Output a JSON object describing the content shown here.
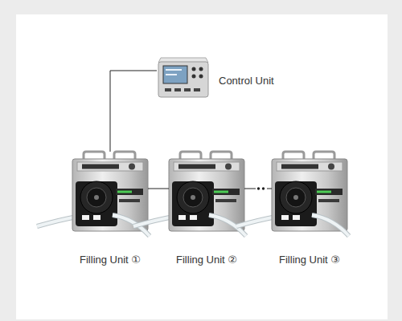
{
  "diagram": {
    "nodes": [
      {
        "text": [
          "Control Unit"
        ]
      },
      {
        "text": [
          "Filling Unit ①"
        ]
      },
      {
        "text": [
          "Filling Unit ②"
        ]
      },
      {
        "text": [
          "Filling Unit ③"
        ]
      }
    ],
    "edges": [
      {
        "from": 0,
        "to": 1,
        "arrow": "none"
      },
      {
        "from": 1,
        "to": 2,
        "arrow": "none"
      },
      {
        "from": 2,
        "to": 3,
        "arrow": "none"
      }
    ]
  }
}
